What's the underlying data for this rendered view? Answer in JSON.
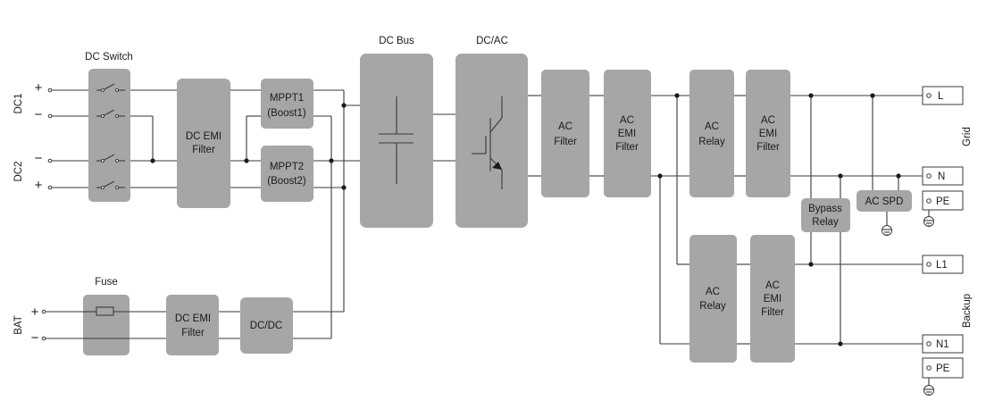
{
  "labels": {
    "dc_switch": "DC Switch",
    "dc_bus": "DC Bus",
    "dc_ac": "DC/AC",
    "fuse": "Fuse"
  },
  "inputs": {
    "dc1": "DC1",
    "dc2": "DC2",
    "bat": "BAT",
    "plus": "+",
    "minus": "−"
  },
  "blocks": {
    "dc_emi_filter": [
      "DC EMI",
      "Filter"
    ],
    "mppt1": [
      "MPPT1",
      "(Boost1)"
    ],
    "mppt2": [
      "MPPT2",
      "(Boost2)"
    ],
    "bat_dc_emi_filter": [
      "DC EMI",
      "Filter"
    ],
    "dcdc": [
      "DC/DC"
    ],
    "ac_filter": [
      "AC",
      "Filter"
    ],
    "ac_emi_filter_1": [
      "AC",
      "EMI",
      "Filter"
    ],
    "ac_relay_grid": [
      "AC",
      "Relay"
    ],
    "ac_emi_filter_grid": [
      "AC",
      "EMI",
      "Filter"
    ],
    "bypass_relay": [
      "Bypass",
      "Relay"
    ],
    "ac_spd": [
      "AC SPD"
    ],
    "ac_relay_backup": [
      "AC",
      "Relay"
    ],
    "ac_emi_filter_backup": [
      "AC",
      "EMI",
      "Filter"
    ]
  },
  "terminals": {
    "grid_l": "L",
    "grid_n": "N",
    "grid_pe": "PE",
    "backup_l1": "L1",
    "backup_n1": "N1",
    "backup_pe": "PE"
  },
  "side_labels": {
    "grid": "Grid",
    "backup": "Backup"
  },
  "colors": {
    "block": "#a6a6a6",
    "wire": "#3a3a3a"
  }
}
